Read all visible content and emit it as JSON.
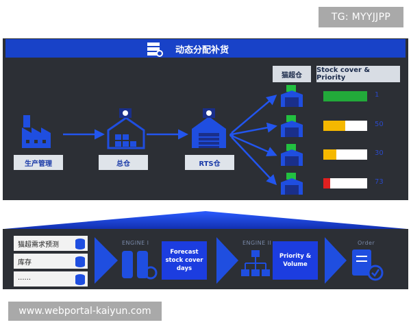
{
  "watermark_top": "TG: MYYJJPP",
  "watermark_bottom": "www.webportal-kaiyun.com",
  "title": "动态分配补货",
  "headers": {
    "store": "猫超仓",
    "stock": "Stock cover & Priority"
  },
  "flow_nodes": {
    "factory": "生产管理",
    "central": "总仓",
    "rts": "RTS仓"
  },
  "stores": [
    {
      "fill_pct": 100,
      "color": "#22aa3a",
      "value": "1"
    },
    {
      "fill_pct": 50,
      "color": "#f5b800",
      "value": "50"
    },
    {
      "fill_pct": 30,
      "color": "#f5b800",
      "value": "30"
    },
    {
      "fill_pct": 15,
      "color": "#e02020",
      "value": "73"
    }
  ],
  "inputs": [
    "猫超需求预测",
    "库存",
    "......"
  ],
  "engine1": {
    "label": "ENGINE I",
    "text": "Forecast\nstock cover\ndays"
  },
  "engine2": {
    "label": "ENGINE II",
    "text": "Priority &\nVolume"
  },
  "order_label": "Order",
  "colors": {
    "accent": "#1842c8",
    "panel": "#2c2f35",
    "box": "#1c3de0"
  }
}
